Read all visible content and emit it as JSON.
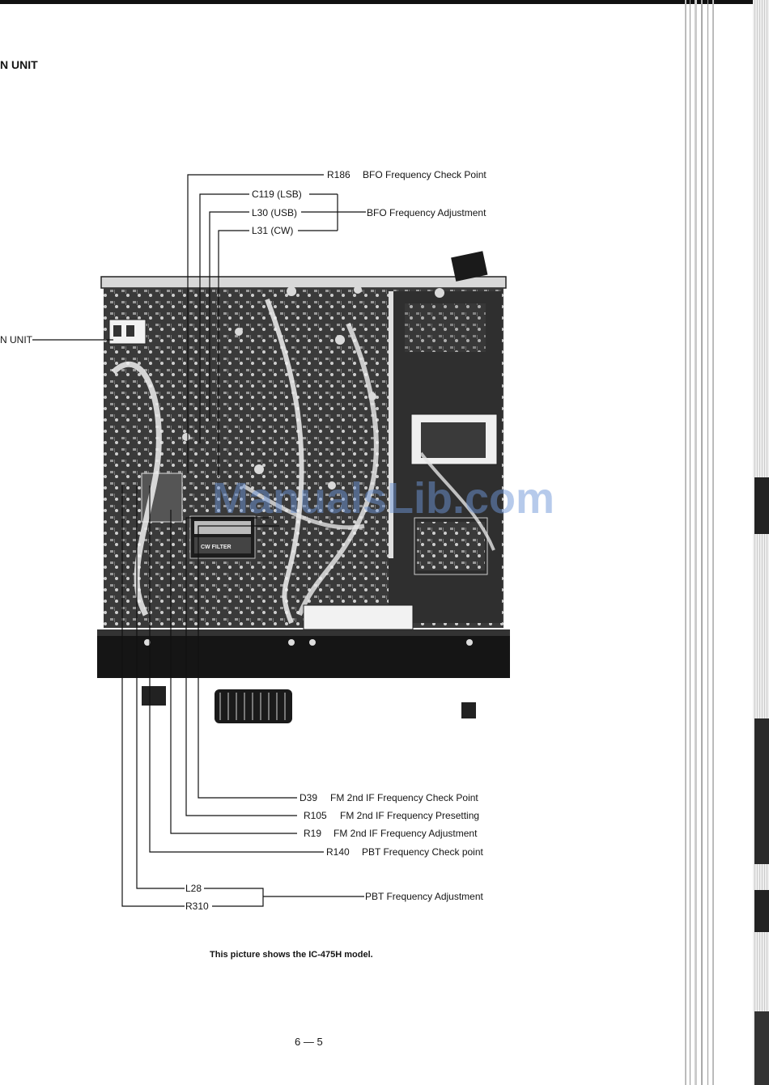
{
  "header": {
    "section_title": "N UNIT"
  },
  "side_label": "N UNIT",
  "callouts_top": {
    "r186": "R186",
    "bfo_check": "BFO Frequency Check Point",
    "c119": "C119 (LSB)",
    "l30": "L30 (USB)",
    "bfo_adjust": "BFO Frequency Adjustment",
    "l31": "L31 (CW)"
  },
  "callouts_bottom": {
    "d39": "D39",
    "d39_desc": "FM 2nd IF Frequency Check Point",
    "r105": "R105",
    "r105_desc": "FM 2nd IF Frequency Presetting",
    "r19": "R19",
    "r19_desc": "FM 2nd IF Frequency Adjustment",
    "r140": "R140",
    "r140_desc": "PBT Frequency Check point",
    "l28": "L28",
    "r310": "R310",
    "pbt_adjust": "PBT Frequency Adjustment"
  },
  "photo": {
    "filter_label": "CW FILTER"
  },
  "watermark": "ManualsLib.com",
  "caption": "This picture shows the IC-475H model.",
  "page_number": "6 — 5"
}
